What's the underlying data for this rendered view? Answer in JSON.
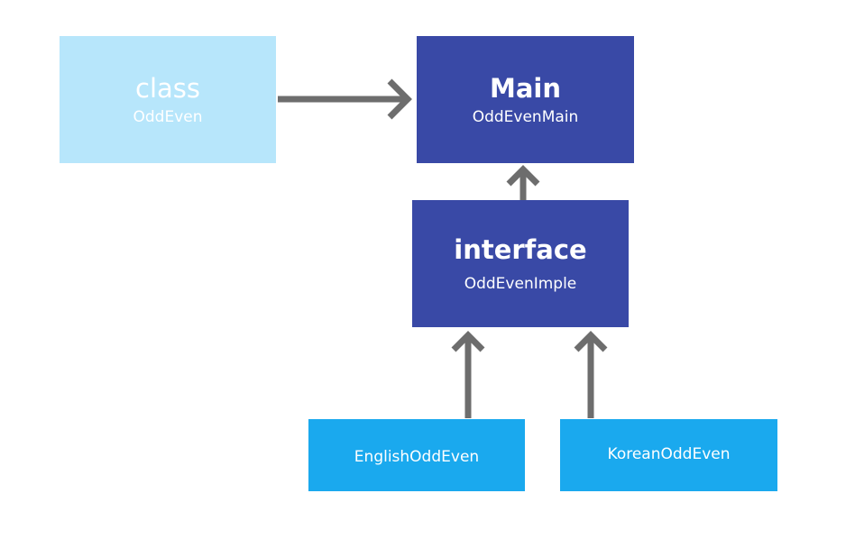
{
  "nodes": {
    "class_box": {
      "title": "class",
      "subtitle": "OddEven"
    },
    "main_box": {
      "title": "Main",
      "subtitle": "OddEvenMain"
    },
    "interface_box": {
      "title": "interface",
      "subtitle": "OddEvenImple"
    },
    "english_box": {
      "label": "EnglishOddEven"
    },
    "korean_box": {
      "label": "KoreanOddEven"
    }
  },
  "edges": [
    {
      "from": "class_box",
      "to": "main_box"
    },
    {
      "from": "interface_box",
      "to": "main_box"
    },
    {
      "from": "english_box",
      "to": "interface_box"
    },
    {
      "from": "korean_box",
      "to": "interface_box"
    }
  ],
  "colors": {
    "class_fill": "#b7e6fb",
    "main_fill": "#3949a6",
    "interface_fill": "#3949a6",
    "leaf_fill": "#1aa9ee",
    "arrow": "#6d6d6d",
    "text": "#ffffff"
  }
}
